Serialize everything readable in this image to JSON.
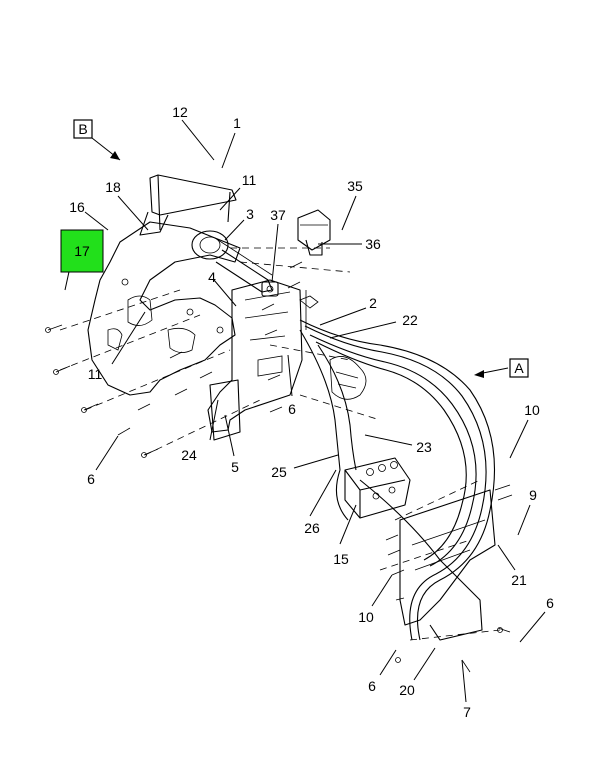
{
  "views": {
    "B": "B",
    "A": "A"
  },
  "highlight": {
    "label": "17",
    "color": "#22e01b"
  },
  "callouts": {
    "c1": "1",
    "c2": "2",
    "c3": "3",
    "c4": "4",
    "c5": "5",
    "c6a": "6",
    "c6b": "6",
    "c6c": "6",
    "c6d": "6",
    "c7": "7",
    "c9": "9",
    "c10a": "10",
    "c10b": "10",
    "c11a": "11",
    "c11b": "11",
    "c12": "12",
    "c15": "15",
    "c16": "16",
    "c18": "18",
    "c20": "20",
    "c21": "21",
    "c22": "22",
    "c23": "23",
    "c24": "24",
    "c25": "25",
    "c26": "26",
    "c35": "35",
    "c36": "36",
    "c37": "37"
  }
}
